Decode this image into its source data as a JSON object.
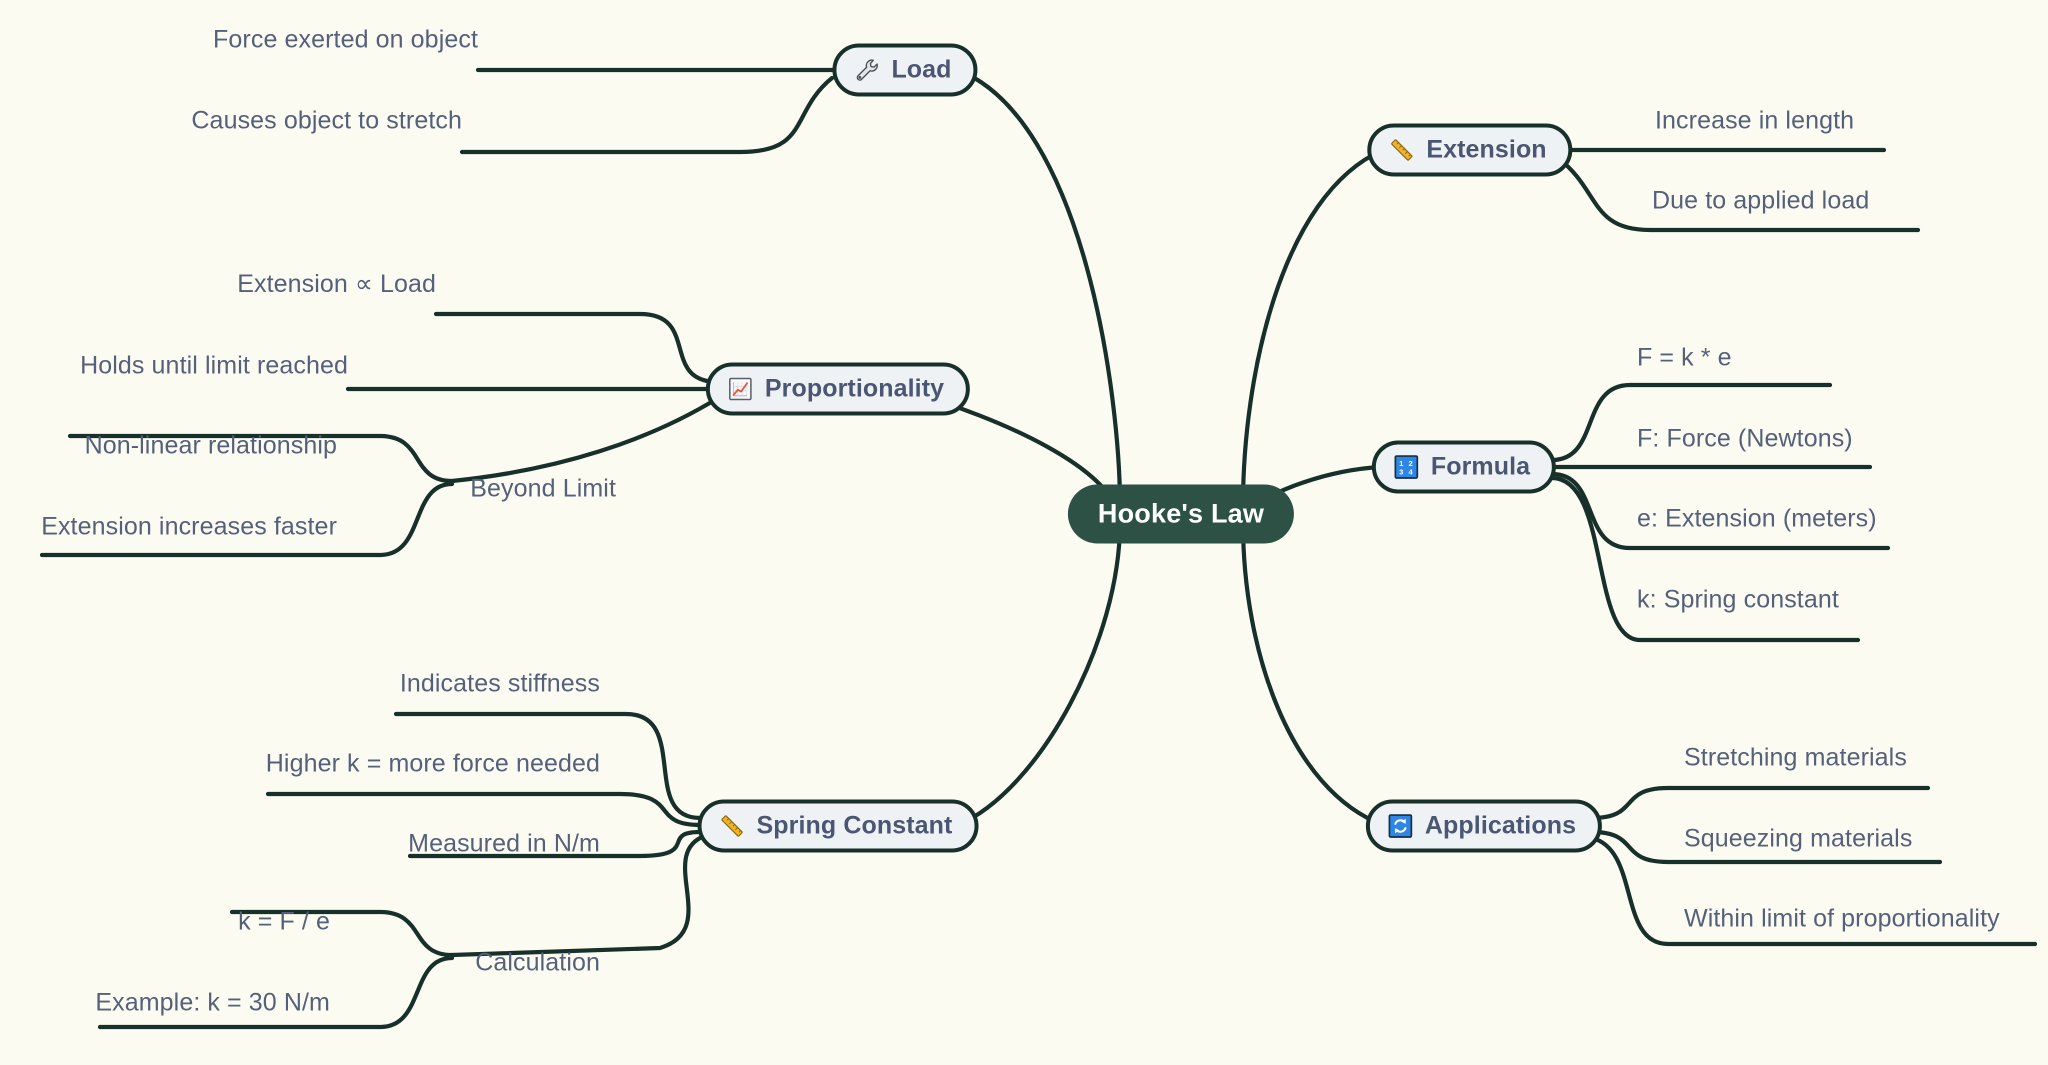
{
  "diagram": {
    "type": "mind-map",
    "title": "Hooke's Law",
    "background_color": "#FCFBF2",
    "edge_color": "#17302A",
    "root_fill": "#2D5245",
    "root_text_color": "#FFFFFF",
    "branch_fill": "#EEF2F5",
    "branch_border": "#17302A",
    "branch_text_color": "#4A5672",
    "leaf_text_color": "#55607A"
  },
  "root": {
    "label": "Hooke's Law"
  },
  "branches": {
    "load": {
      "label": "Load",
      "icon": "wrench-icon",
      "side": "left"
    },
    "proportionality": {
      "label": "Proportionality",
      "icon": "chart-increasing-icon",
      "side": "left"
    },
    "spring_constant": {
      "label": "Spring Constant",
      "icon": "ruler-icon",
      "side": "left"
    },
    "extension": {
      "label": "Extension",
      "icon": "ruler-icon",
      "side": "right"
    },
    "formula": {
      "label": "Formula",
      "icon": "input-numbers-icon",
      "side": "right"
    },
    "applications": {
      "label": "Applications",
      "icon": "arrows-counterclockwise-icon",
      "side": "right"
    }
  },
  "leaves": {
    "load": [
      "Force exerted on object",
      "Causes object to stretch"
    ],
    "proportionality": [
      "Extension ∝ Load",
      "Holds until limit reached"
    ],
    "beyond_limit": {
      "label": "Beyond Limit",
      "children": [
        "Non-linear relationship",
        "Extension increases faster"
      ]
    },
    "spring_constant": [
      "Indicates stiffness",
      "Higher k = more force needed",
      "Measured in N/m"
    ],
    "calculation": {
      "label": "Calculation",
      "children": [
        "k = F / e",
        "Example: k = 30 N/m"
      ]
    },
    "extension": [
      "Increase in length",
      "Due to applied load"
    ],
    "formula": [
      "F = k * e",
      "F: Force (Newtons)",
      "e: Extension (meters)",
      "k: Spring constant"
    ],
    "applications": [
      "Stretching materials",
      "Squeezing materials",
      "Within limit of proportionality"
    ]
  }
}
